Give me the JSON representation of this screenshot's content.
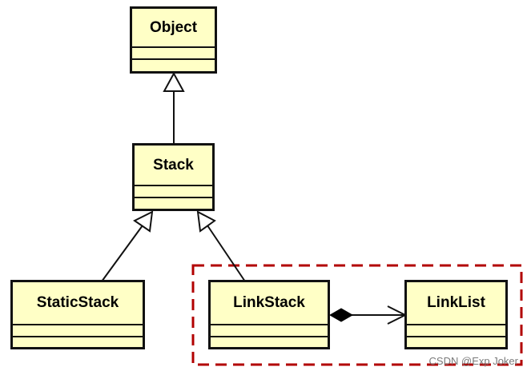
{
  "classes": {
    "object": {
      "name": "Object"
    },
    "stack": {
      "name": "Stack"
    },
    "static_stack": {
      "name": "StaticStack"
    },
    "link_stack": {
      "name": "LinkStack"
    },
    "link_list": {
      "name": "LinkList"
    }
  },
  "relations": [
    {
      "from": "Stack",
      "to": "Object",
      "type": "generalization"
    },
    {
      "from": "StaticStack",
      "to": "Stack",
      "type": "generalization"
    },
    {
      "from": "LinkStack",
      "to": "Stack",
      "type": "generalization"
    },
    {
      "from": "LinkStack",
      "to": "LinkList",
      "type": "composition"
    }
  ],
  "group": {
    "style": "dashed",
    "members": [
      "LinkStack",
      "LinkList"
    ]
  },
  "colors": {
    "class_fill": "#ffffc6",
    "class_border": "#111111",
    "group_border": "#b20000",
    "line": "#111111"
  },
  "watermark": "CSDN @Exp Joker"
}
